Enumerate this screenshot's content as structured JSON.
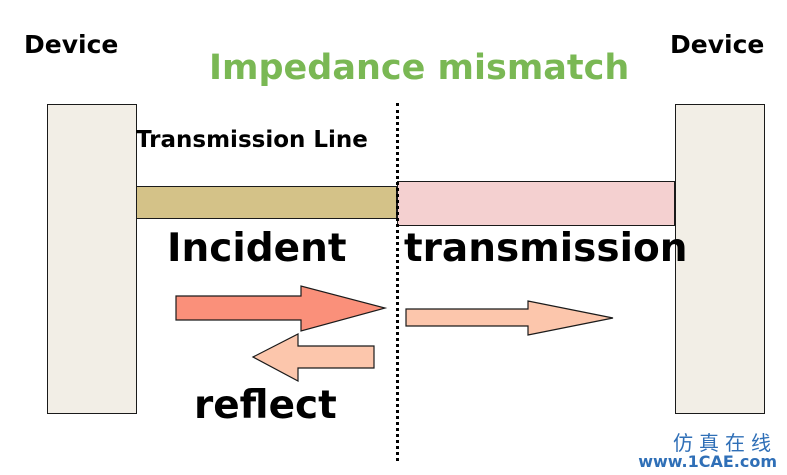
{
  "diagram": {
    "title": "Impedance mismatch",
    "device_left": "Device",
    "device_right": "Device",
    "line_label": "Transmission Line",
    "incident": "Incident",
    "transmission": "transmission",
    "reflect": "reflect"
  },
  "watermark": {
    "cn": "仿真在线",
    "url": "www.1CAE.com"
  },
  "colors": {
    "title": "#7ab854",
    "device_fill": "#f2eee6",
    "line_left_fill": "#d4c288",
    "line_right_fill": "#f4d0d0",
    "incident_arrow": "#fa907a",
    "transmission_arrow": "#fcc6ac",
    "reflect_arrow": "#fcc6ac",
    "watermark": "#2f6fb7"
  },
  "icons": {
    "incident": "right-arrow",
    "transmission": "right-arrow",
    "reflect": "left-arrow"
  }
}
